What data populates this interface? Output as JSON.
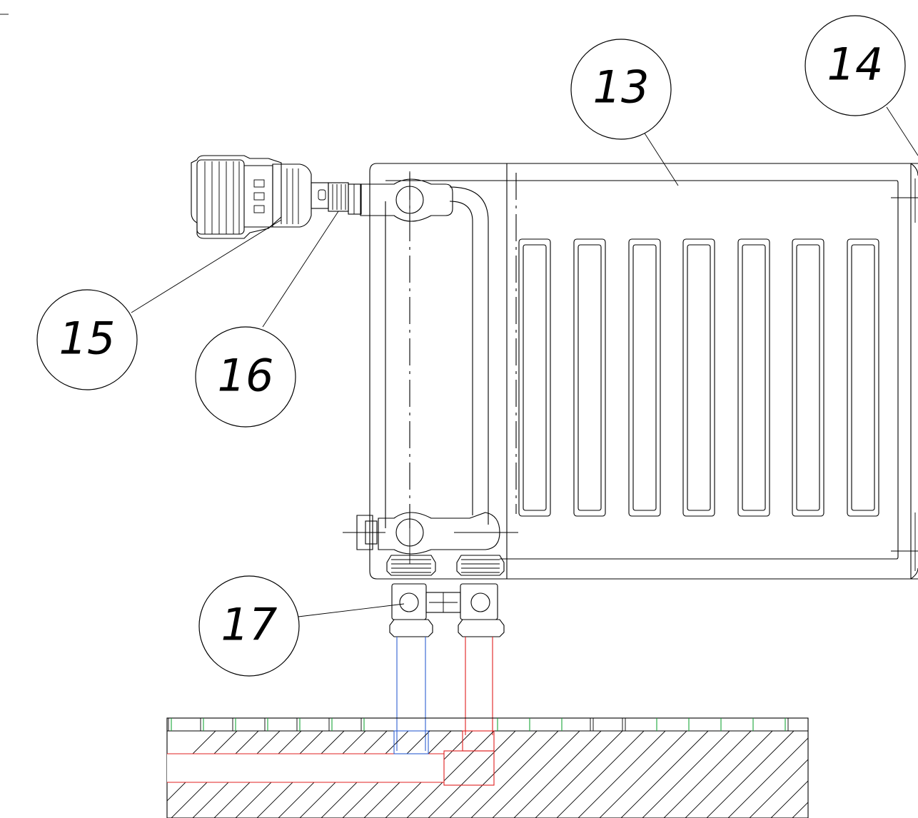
{
  "callouts": [
    {
      "id": "c13",
      "label": "13"
    },
    {
      "id": "c14",
      "label": "14"
    },
    {
      "id": "c15",
      "label": "15"
    },
    {
      "id": "c16",
      "label": "16"
    },
    {
      "id": "c17",
      "label": "17"
    }
  ],
  "colors": {
    "line": "#000000",
    "supply_pipe": "#e02020",
    "return_pipe": "#2f5fd0",
    "floor_finish": "#1aa53a"
  },
  "icons": [
    "thermostatic-head-icon",
    "valve-body-icon",
    "bottom-connection-valve-icon"
  ]
}
